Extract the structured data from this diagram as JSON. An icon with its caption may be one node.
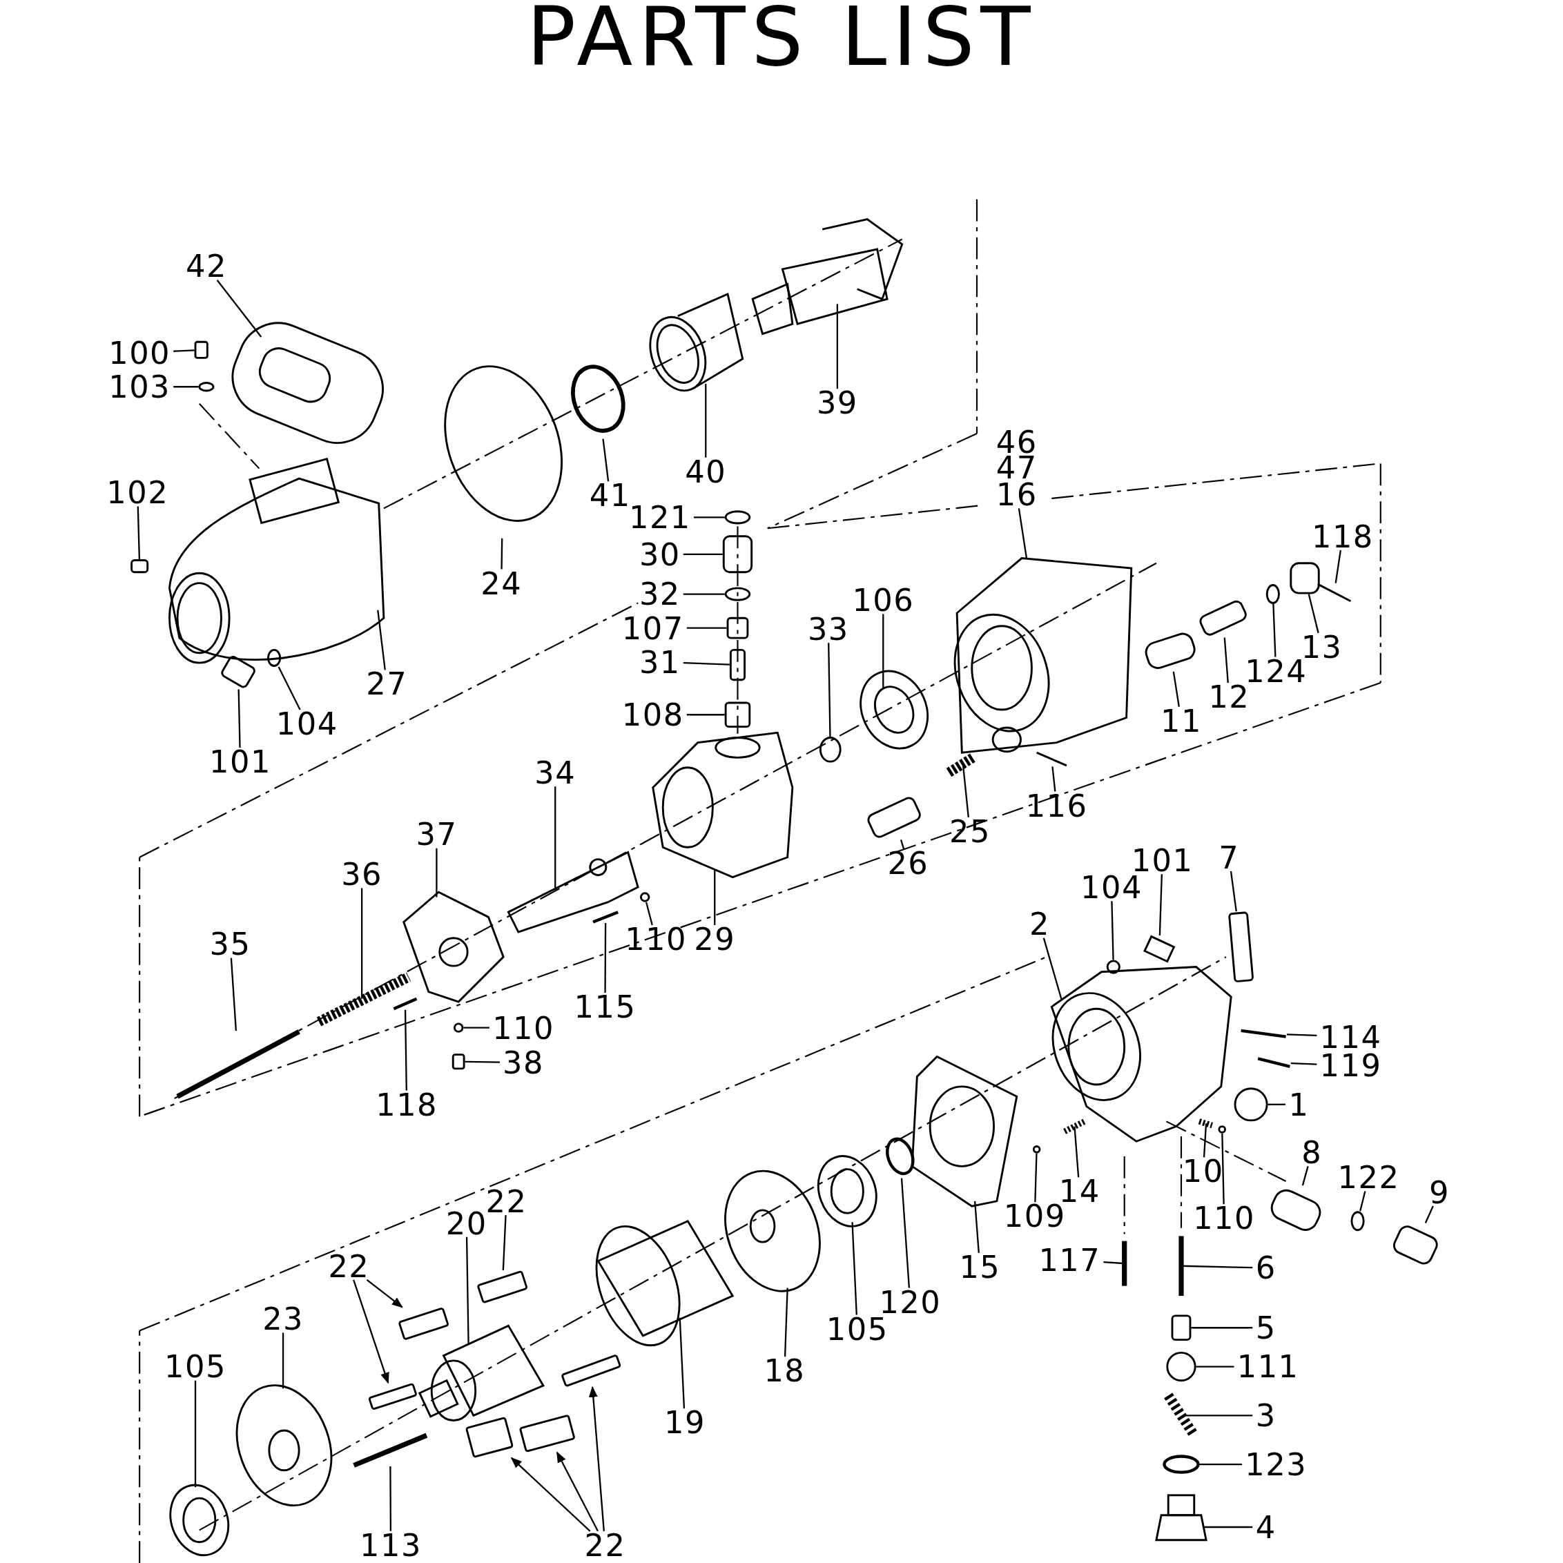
{
  "diagram": {
    "title": "PARTS LIST",
    "nodes": [
      {
        "text": [
          "42"
        ]
      },
      {
        "text": [
          "100"
        ]
      },
      {
        "text": [
          "103"
        ]
      },
      {
        "text": [
          "102"
        ]
      },
      {
        "text": [
          "24"
        ]
      },
      {
        "text": [
          "41"
        ]
      },
      {
        "text": [
          "40"
        ]
      },
      {
        "text": [
          "39"
        ]
      },
      {
        "text": [
          "121"
        ]
      },
      {
        "text": [
          "30"
        ]
      },
      {
        "text": [
          "32"
        ]
      },
      {
        "text": [
          "107"
        ]
      },
      {
        "text": [
          "31"
        ]
      },
      {
        "text": [
          "108"
        ]
      },
      {
        "text": [
          "27"
        ]
      },
      {
        "text": [
          "101"
        ]
      },
      {
        "text": [
          "104"
        ]
      },
      {
        "text": [
          "33"
        ]
      },
      {
        "text": [
          "106"
        ]
      },
      {
        "text": [
          "16"
        ]
      },
      {
        "text": [
          "118"
        ]
      },
      {
        "text": [
          "13"
        ]
      },
      {
        "text": [
          "124"
        ]
      },
      {
        "text": [
          "12"
        ]
      },
      {
        "text": [
          "11"
        ]
      },
      {
        "text": [
          "116"
        ]
      },
      {
        "text": [
          "25"
        ]
      },
      {
        "text": [
          "26"
        ]
      },
      {
        "text": [
          "34"
        ]
      },
      {
        "text": [
          "37"
        ]
      },
      {
        "text": [
          "36"
        ]
      },
      {
        "text": [
          "35"
        ]
      },
      {
        "text": [
          "110"
        ]
      },
      {
        "text": [
          "29"
        ]
      },
      {
        "text": [
          "115"
        ]
      },
      {
        "text": [
          "110"
        ]
      },
      {
        "text": [
          "38"
        ]
      },
      {
        "text": [
          "118"
        ]
      },
      {
        "text": [
          "104"
        ]
      },
      {
        "text": [
          "101"
        ]
      },
      {
        "text": [
          "7"
        ]
      },
      {
        "text": [
          "2"
        ]
      },
      {
        "text": [
          "114"
        ]
      },
      {
        "text": [
          "119"
        ]
      },
      {
        "text": [
          "1"
        ]
      },
      {
        "text": [
          "8"
        ]
      },
      {
        "text": [
          "122"
        ]
      },
      {
        "text": [
          "9"
        ]
      },
      {
        "text": [
          "10"
        ]
      },
      {
        "text": [
          "110"
        ]
      },
      {
        "text": [
          "14"
        ]
      },
      {
        "text": [
          "109"
        ]
      },
      {
        "text": [
          "117"
        ]
      },
      {
        "text": [
          "6"
        ]
      },
      {
        "text": [
          "5"
        ]
      },
      {
        "text": [
          "111"
        ]
      },
      {
        "text": [
          "3"
        ]
      },
      {
        "text": [
          "123"
        ]
      },
      {
        "text": [
          "4"
        ]
      },
      {
        "text": [
          "15"
        ]
      },
      {
        "text": [
          "120"
        ]
      },
      {
        "text": [
          "105"
        ]
      },
      {
        "text": [
          "18"
        ]
      },
      {
        "text": [
          "19"
        ]
      },
      {
        "text": [
          "20"
        ]
      },
      {
        "text": [
          "22"
        ]
      },
      {
        "text": [
          "22"
        ]
      },
      {
        "text": [
          "23"
        ]
      },
      {
        "text": [
          "105"
        ]
      },
      {
        "text": [
          "113"
        ]
      },
      {
        "text": [
          "22"
        ]
      },
      {
        "text": [],
        "shape": "picture"
      },
      {
        "text": [],
        "shape": "box"
      },
      {
        "text": [],
        "shape": "circle"
      },
      {
        "text": [],
        "shape": "box"
      },
      {
        "text": [],
        "shape": "circle"
      },
      {
        "text": [],
        "shape": "circle"
      },
      {
        "text": [],
        "shape": "picture"
      },
      {
        "text": [],
        "shape": "picture"
      },
      {
        "text": [],
        "shape": "circle"
      },
      {
        "text": [],
        "shape": "box"
      },
      {
        "text": [],
        "shape": "circle"
      },
      {
        "text": [],
        "shape": "box"
      },
      {
        "text": [],
        "shape": "box"
      },
      {
        "text": [],
        "shape": "box"
      },
      {
        "text": [],
        "shape": "picture"
      },
      {
        "text": [],
        "shape": "box"
      },
      {
        "text": [],
        "shape": "circle"
      },
      {
        "text": [],
        "shape": "circle"
      },
      {
        "text": [],
        "shape": "picture"
      },
      {
        "text": [],
        "shape": "picture"
      },
      {
        "text": [],
        "shape": "bar"
      },
      {
        "text": [],
        "shape": "box"
      },
      {
        "text": [],
        "shape": "circle"
      },
      {
        "text": [],
        "shape": "box"
      },
      {
        "text": [],
        "shape": "box"
      },
      {
        "text": [],
        "shape": "bar"
      },
      {
        "text": [],
        "shape": "picture"
      },
      {
        "text": [],
        "shape": "box"
      },
      {
        "text": [],
        "shape": "picture"
      },
      {
        "text": [],
        "shape": "picture"
      },
      {
        "text": [],
        "shape": "picture"
      },
      {
        "text": [],
        "shape": "bar"
      },
      {
        "text": [],
        "shape": "circle"
      },
      {
        "text": [],
        "shape": "picture"
      },
      {
        "text": [],
        "shape": "bar"
      },
      {
        "text": [],
        "shape": "circle"
      },
      {
        "text": [],
        "shape": "box"
      },
      {
        "text": [],
        "shape": "bar"
      },
      {
        "text": [],
        "shape": "circle"
      },
      {
        "text": [],
        "shape": "box"
      },
      {
        "text": [],
        "shape": "box"
      },
      {
        "text": [],
        "shape": "picture"
      },
      {
        "text": [],
        "shape": "bar"
      },
      {
        "text": [],
        "shape": "bar"
      },
      {
        "text": [],
        "shape": "circle"
      },
      {
        "text": [],
        "shape": "box"
      },
      {
        "text": [],
        "shape": "circle"
      },
      {
        "text": [],
        "shape": "box"
      },
      {
        "text": [],
        "shape": "picture"
      },
      {
        "text": [],
        "shape": "circle"
      },
      {
        "text": [],
        "shape": "picture"
      },
      {
        "text": [],
        "shape": "circle"
      },
      {
        "text": [],
        "shape": "bar"
      },
      {
        "text": [],
        "shape": "bar"
      },
      {
        "text": [],
        "shape": "box"
      },
      {
        "text": [],
        "shape": "circle"
      },
      {
        "text": [],
        "shape": "picture"
      },
      {
        "text": [],
        "shape": "circle"
      },
      {
        "text": [],
        "shape": "picture"
      },
      {
        "text": [],
        "shape": "picture"
      },
      {
        "text": [],
        "shape": "circle"
      },
      {
        "text": [],
        "shape": "picture"
      },
      {
        "text": [],
        "shape": "picture"
      },
      {
        "text": [],
        "shape": "picture"
      },
      {
        "text": [],
        "shape": "picture"
      },
      {
        "text": [],
        "shape": "box"
      },
      {
        "text": [],
        "shape": "box"
      },
      {
        "text": [],
        "shape": "box"
      },
      {
        "text": [],
        "shape": "picture"
      },
      {
        "text": [],
        "shape": "picture"
      },
      {
        "text": [],
        "shape": "bar"
      },
      {
        "text": [],
        "shape": "box"
      },
      {
        "text": [],
        "shape": "box"
      },
      {
        "text": [],
        "shape": "box"
      }
    ],
    "edges": [
      {
        "from": 0,
        "to": 71,
        "arrow": "none"
      },
      {
        "from": 1,
        "to": 72,
        "arrow": "none"
      },
      {
        "from": 2,
        "to": 73,
        "arrow": "none"
      },
      {
        "from": 3,
        "to": 74,
        "arrow": "none"
      },
      {
        "from": 4,
        "to": 75,
        "arrow": "none"
      },
      {
        "from": 5,
        "to": 76,
        "arrow": "none"
      },
      {
        "from": 6,
        "to": 77,
        "arrow": "none"
      },
      {
        "from": 7,
        "to": 78,
        "arrow": "none"
      },
      {
        "from": 8,
        "to": 79,
        "arrow": "none"
      },
      {
        "from": 9,
        "to": 80,
        "arrow": "none"
      },
      {
        "from": 10,
        "to": 81,
        "arrow": "none"
      },
      {
        "from": 11,
        "to": 82,
        "arrow": "none"
      },
      {
        "from": 12,
        "to": 83,
        "arrow": "none"
      },
      {
        "from": 13,
        "to": 84,
        "arrow": "none"
      },
      {
        "from": 14,
        "to": 85,
        "arrow": "none"
      },
      {
        "from": 15,
        "to": 86,
        "arrow": "none"
      },
      {
        "from": 16,
        "to": 87,
        "arrow": "none"
      },
      {
        "from": 17,
        "to": 88,
        "arrow": "none"
      },
      {
        "from": 18,
        "to": 89,
        "arrow": "none"
      },
      {
        "from": 19,
        "to": 90,
        "arrow": "none"
      },
      {
        "from": 20,
        "to": 91,
        "arrow": "none"
      },
      {
        "from": 21,
        "to": 92,
        "arrow": "none"
      },
      {
        "from": 22,
        "to": 93,
        "arrow": "none"
      },
      {
        "from": 23,
        "to": 94,
        "arrow": "none"
      },
      {
        "from": 24,
        "to": 95,
        "arrow": "none"
      },
      {
        "from": 25,
        "to": 96,
        "arrow": "none"
      },
      {
        "from": 26,
        "to": 97,
        "arrow": "none"
      },
      {
        "from": 27,
        "to": 98,
        "arrow": "none"
      },
      {
        "from": 28,
        "to": 99,
        "arrow": "none"
      },
      {
        "from": 29,
        "to": 100,
        "arrow": "none"
      },
      {
        "from": 30,
        "to": 101,
        "arrow": "none"
      },
      {
        "from": 31,
        "to": 102,
        "arrow": "none"
      },
      {
        "from": 32,
        "to": 103,
        "arrow": "none"
      },
      {
        "from": 33,
        "to": 104,
        "arrow": "none"
      },
      {
        "from": 34,
        "to": 105,
        "arrow": "none"
      },
      {
        "from": 35,
        "to": 106,
        "arrow": "none"
      },
      {
        "from": 36,
        "to": 107,
        "arrow": "none"
      },
      {
        "from": 37,
        "to": 108,
        "arrow": "none"
      },
      {
        "from": 38,
        "to": 109,
        "arrow": "none"
      },
      {
        "from": 39,
        "to": 110,
        "arrow": "none"
      },
      {
        "from": 40,
        "to": 111,
        "arrow": "none"
      },
      {
        "from": 41,
        "to": 112,
        "arrow": "none"
      },
      {
        "from": 42,
        "to": 113,
        "arrow": "none"
      },
      {
        "from": 43,
        "to": 114,
        "arrow": "none"
      },
      {
        "from": 44,
        "to": 115,
        "arrow": "none"
      },
      {
        "from": 45,
        "to": 116,
        "arrow": "none"
      },
      {
        "from": 46,
        "to": 117,
        "arrow": "none"
      },
      {
        "from": 47,
        "to": 118,
        "arrow": "none"
      },
      {
        "from": 48,
        "to": 119,
        "arrow": "none"
      },
      {
        "from": 49,
        "to": 120,
        "arrow": "none"
      },
      {
        "from": 50,
        "to": 121,
        "arrow": "none"
      },
      {
        "from": 51,
        "to": 122,
        "arrow": "none"
      },
      {
        "from": 52,
        "to": 123,
        "arrow": "none"
      },
      {
        "from": 53,
        "to": 124,
        "arrow": "none"
      },
      {
        "from": 54,
        "to": 125,
        "arrow": "none"
      },
      {
        "from": 55,
        "to": 126,
        "arrow": "none"
      },
      {
        "from": 56,
        "to": 127,
        "arrow": "none"
      },
      {
        "from": 57,
        "to": 128,
        "arrow": "none"
      },
      {
        "from": 58,
        "to": 129,
        "arrow": "none"
      },
      {
        "from": 59,
        "to": 130,
        "arrow": "none"
      },
      {
        "from": 60,
        "to": 131,
        "arrow": "none"
      },
      {
        "from": 61,
        "to": 132,
        "arrow": "none"
      },
      {
        "from": 62,
        "to": 133,
        "arrow": "none"
      },
      {
        "from": 63,
        "to": 134,
        "arrow": "none"
      },
      {
        "from": 64,
        "to": 135,
        "arrow": "none"
      },
      {
        "from": 65,
        "to": 136,
        "arrow": "none"
      },
      {
        "from": 66,
        "to": 137,
        "arrow": "to"
      },
      {
        "from": 66,
        "to": 138,
        "arrow": "to"
      },
      {
        "from": 67,
        "to": 139,
        "arrow": "none"
      },
      {
        "from": 68,
        "to": 140,
        "arrow": "none"
      },
      {
        "from": 69,
        "to": 141,
        "arrow": "none"
      },
      {
        "from": 70,
        "to": 142,
        "arrow": "to"
      },
      {
        "from": 70,
        "to": 143,
        "arrow": "to"
      },
      {
        "from": 70,
        "to": 144,
        "arrow": "to"
      }
    ],
    "labels": [
      "46",
      "47"
    ]
  }
}
